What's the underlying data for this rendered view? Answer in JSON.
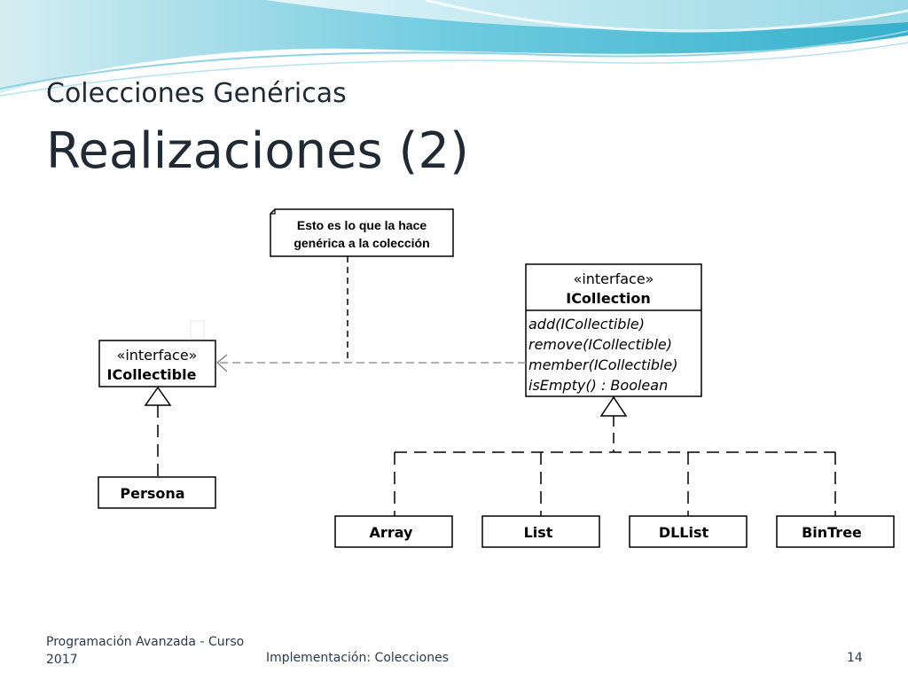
{
  "header": {
    "subtitle": "Colecciones Genéricas",
    "title": "Realizaciones (2)"
  },
  "colors": {
    "wave_dark": "#3fb3c9",
    "wave_light": "#a9dfe9",
    "title_text": "#1f2a35"
  },
  "diagram": {
    "note": {
      "line1": "Esto es lo que la hace",
      "line2": "genérica a la colección"
    },
    "icollection": {
      "stereotype": "«interface»",
      "name": "ICollection",
      "methods": [
        "add(ICollectible)",
        "remove(ICollectible)",
        "member(ICollectible)",
        "isEmpty() : Boolean"
      ]
    },
    "icollectible": {
      "stereotype": "«interface»",
      "name": "ICollectible"
    },
    "persona": {
      "name": "Persona"
    },
    "implementations": {
      "array": "Array",
      "list": "List",
      "dllist": "DLList",
      "bintree": "BinTree"
    }
  },
  "footer": {
    "course": "Programación Avanzada - Curso 2017",
    "topic": "Implementación: Colecciones",
    "page": "14"
  }
}
